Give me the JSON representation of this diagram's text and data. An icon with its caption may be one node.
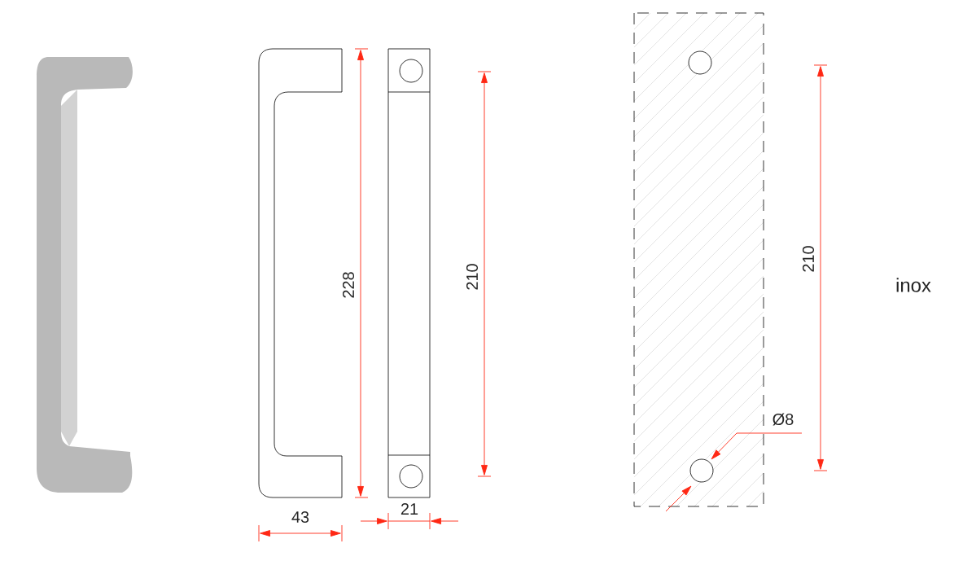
{
  "diagram": {
    "labels": [
      "228",
      "210",
      "43",
      "21",
      "210",
      "Ø8",
      "inox"
    ]
  }
}
